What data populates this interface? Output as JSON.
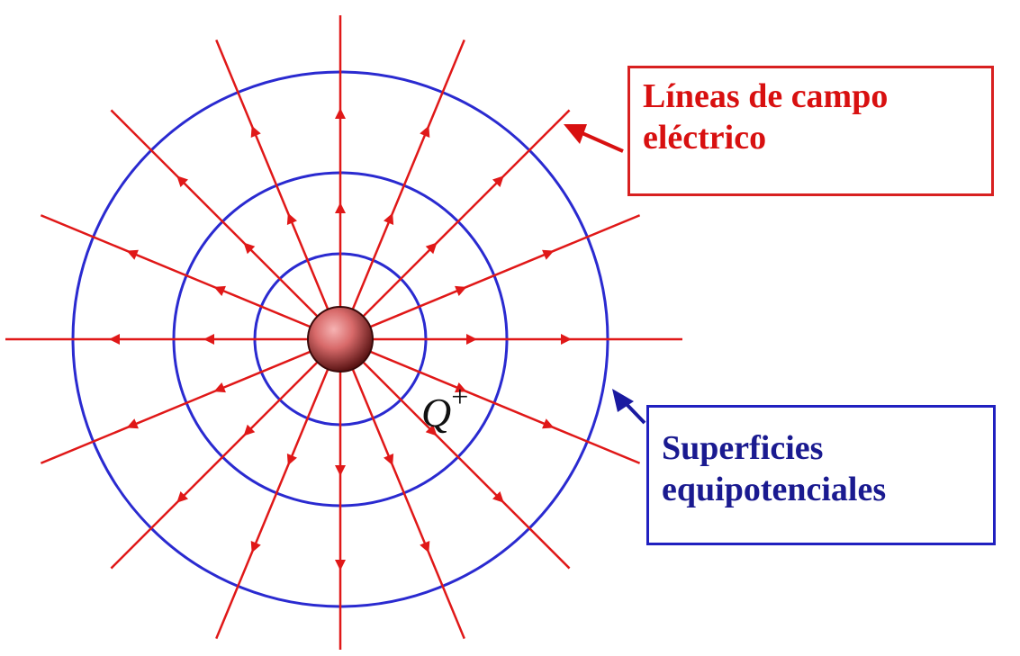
{
  "charge_label": "Q",
  "charge_sign": "+",
  "field_lines_label": {
    "line1": "Líneas de campo",
    "line2": "eléctrico"
  },
  "equipotential_label": {
    "line1": "Superficies",
    "line2": "equipotenciales"
  },
  "colors": {
    "field_line": "#e01818",
    "equipotential": "#2a2ad0",
    "field_label_text": "#d81010",
    "equipotential_label_text": "#1a1a90",
    "field_box_border": "#d82020",
    "equipotential_box_border": "#2020c0",
    "pointer_blue": "#1a1aa0"
  }
}
